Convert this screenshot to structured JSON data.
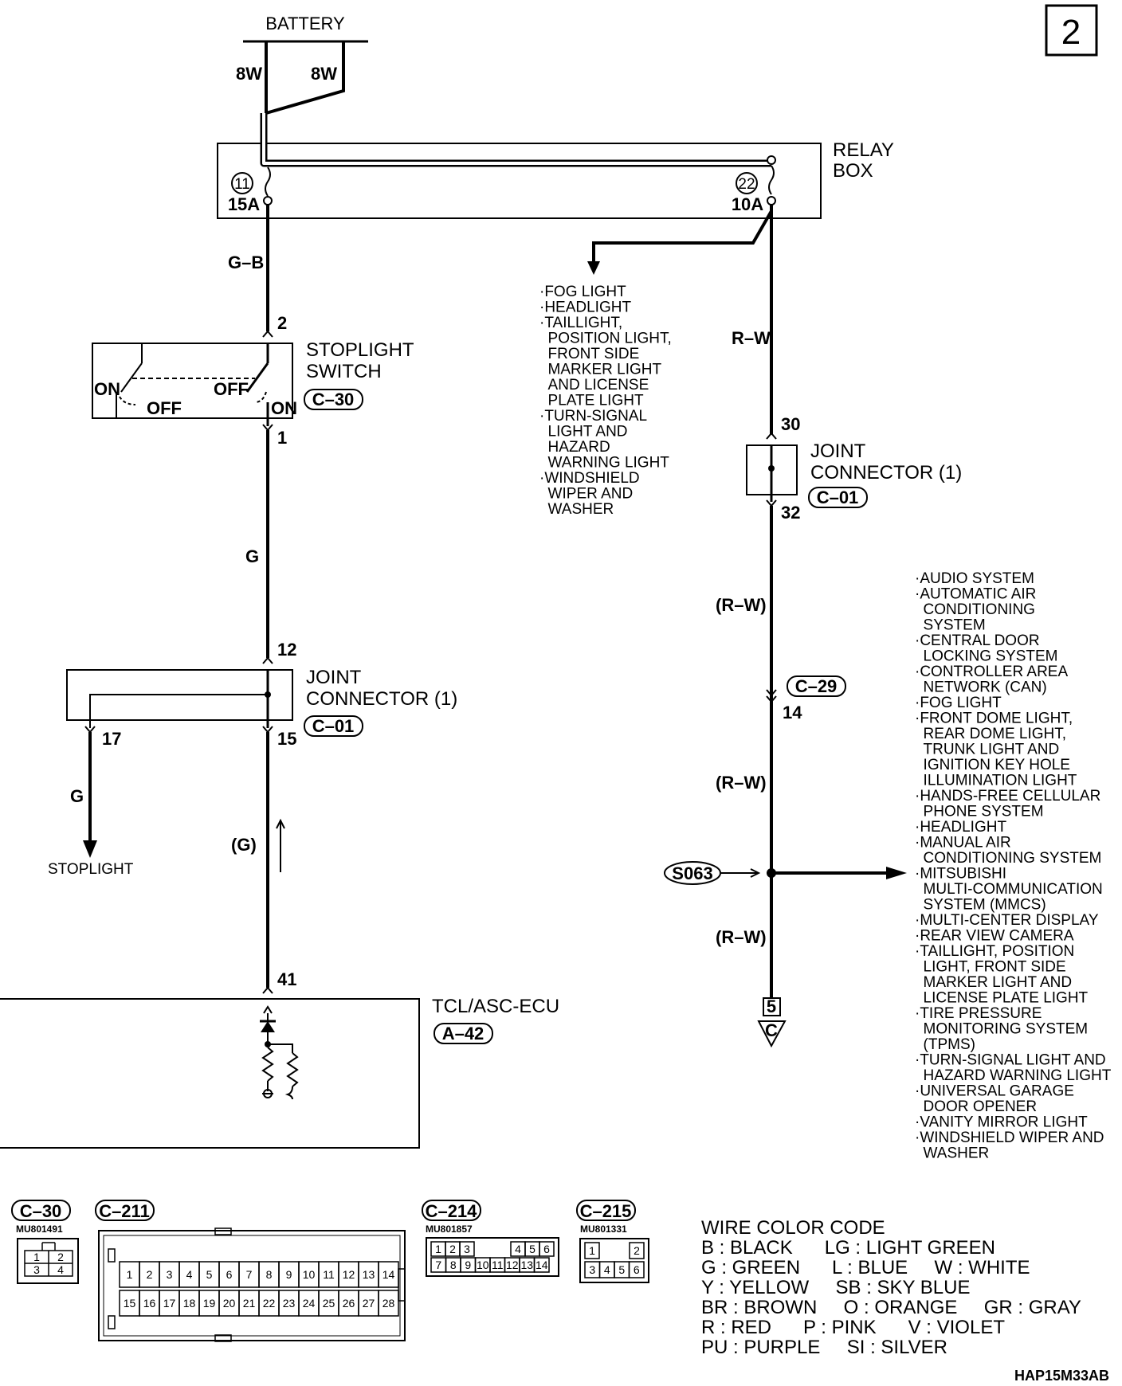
{
  "page_number": "2",
  "battery": "BATTERY",
  "battery_wire_left": "8W",
  "battery_wire_right": "8W",
  "relay_box": {
    "line1": "RELAY",
    "line2": "BOX"
  },
  "fuse11": {
    "num": "11",
    "amp": "15A"
  },
  "fuse22": {
    "num": "22",
    "amp": "10A"
  },
  "wires": {
    "gb": "G–B",
    "g_upper": "G",
    "g_lower": "G",
    "g_paren": "(G)",
    "rw": "R–W",
    "rw_paren1": "(R–W)",
    "rw_paren2": "(R–W)",
    "rw_paren3": "(R–W)"
  },
  "stoplight_switch": {
    "line1": "STOPLIGHT",
    "line2": "SWITCH",
    "connector": "C–30",
    "pin_top": "2",
    "pin_bottom": "1",
    "on_left": "ON",
    "off_left": "OFF",
    "off_right": "OFF",
    "on_right": "ON"
  },
  "joint_connector_left": {
    "line1": "JOINT",
    "line2": "CONNECTOR (1)",
    "connector": "C–01",
    "pin_in": "12",
    "pin_out_left": "17",
    "pin_out_right": "15"
  },
  "joint_connector_right": {
    "line1": "JOINT",
    "line2": "CONNECTOR (1)",
    "connector": "C–01",
    "pin_in": "30",
    "pin_out": "32"
  },
  "stoplight_label": "STOPLIGHT",
  "ecu": {
    "name": "TCL/ASC-ECU",
    "connector": "A–42",
    "pin": "41"
  },
  "c29": {
    "connector": "C–29",
    "pin": "14"
  },
  "splice": "S063",
  "ground_ref": {
    "num": "5",
    "letter": "C"
  },
  "relay_list": [
    "·FOG LIGHT",
    "·HEADLIGHT",
    "·TAILLIGHT,",
    " POSITION LIGHT,",
    " FRONT SIDE",
    " MARKER LIGHT",
    " AND LICENSE",
    " PLATE LIGHT",
    "·TURN-SIGNAL",
    " LIGHT AND",
    " HAZARD",
    " WARNING LIGHT",
    "·WINDSHIELD",
    " WIPER AND",
    " WASHER"
  ],
  "splice_list": [
    "·AUDIO SYSTEM",
    "·AUTOMATIC AIR",
    " CONDITIONING",
    " SYSTEM",
    "·CENTRAL DOOR",
    " LOCKING SYSTEM",
    "·CONTROLLER AREA",
    " NETWORK (CAN)",
    "·FOG LIGHT",
    "·FRONT DOME LIGHT,",
    " REAR DOME LIGHT,",
    " TRUNK LIGHT AND",
    " IGNITION KEY HOLE",
    " ILLUMINATION LIGHT",
    "·HANDS-FREE CELLULAR",
    " PHONE SYSTEM",
    "·HEADLIGHT",
    "·MANUAL AIR",
    " CONDITIONING SYSTEM",
    "·MITSUBISHI",
    " MULTI-COMMUNICATION",
    " SYSTEM (MMCS)",
    "·MULTI-CENTER DISPLAY",
    "·REAR VIEW CAMERA",
    "·TAILLIGHT, POSITION",
    " LIGHT, FRONT SIDE",
    " MARKER LIGHT AND",
    " LICENSE PLATE LIGHT",
    "·TIRE PRESSURE",
    " MONITORING SYSTEM",
    " (TPMS)",
    "·TURN-SIGNAL LIGHT AND",
    " HAZARD WARNING LIGHT",
    "·UNIVERSAL GARAGE",
    " DOOR OPENER",
    "·VANITY MIRROR LIGHT",
    "·WINDSHIELD WIPER AND",
    " WASHER"
  ],
  "connectors": [
    {
      "id": "C–30",
      "part": "MU801491",
      "pins": [
        "1",
        "2",
        "3",
        "4"
      ]
    },
    {
      "id": "C–211",
      "part": "",
      "pins_top": [
        "1",
        "2",
        "3",
        "4",
        "5",
        "6",
        "7",
        "8",
        "9",
        "10",
        "11",
        "12",
        "13",
        "14"
      ],
      "pins_bottom": [
        "15",
        "16",
        "17",
        "18",
        "19",
        "20",
        "21",
        "22",
        "23",
        "24",
        "25",
        "26",
        "27",
        "28"
      ]
    },
    {
      "id": "C–214",
      "part": "MU801857",
      "pins_top": [
        "1",
        "2",
        "3",
        "4",
        "5",
        "6"
      ],
      "pins_bottom": [
        "7",
        "8",
        "9",
        "10",
        "11",
        "12",
        "13",
        "14"
      ]
    },
    {
      "id": "C–215",
      "part": "MU801331",
      "pins": [
        "1",
        "2",
        "3",
        "4",
        "5",
        "6"
      ]
    }
  ],
  "wire_color_code": {
    "title": "WIRE COLOR CODE",
    "rows": [
      "B : BLACK      LG : LIGHT GREEN",
      "G : GREEN      L : BLUE     W : WHITE",
      "Y : YELLOW     SB : SKY BLUE",
      "BR : BROWN     O : ORANGE     GR : GRAY",
      "R : RED      P : PINK      V : VIOLET",
      "PU : PURPLE     SI : SILVER"
    ]
  },
  "figure_code": "HAP15M33AB"
}
